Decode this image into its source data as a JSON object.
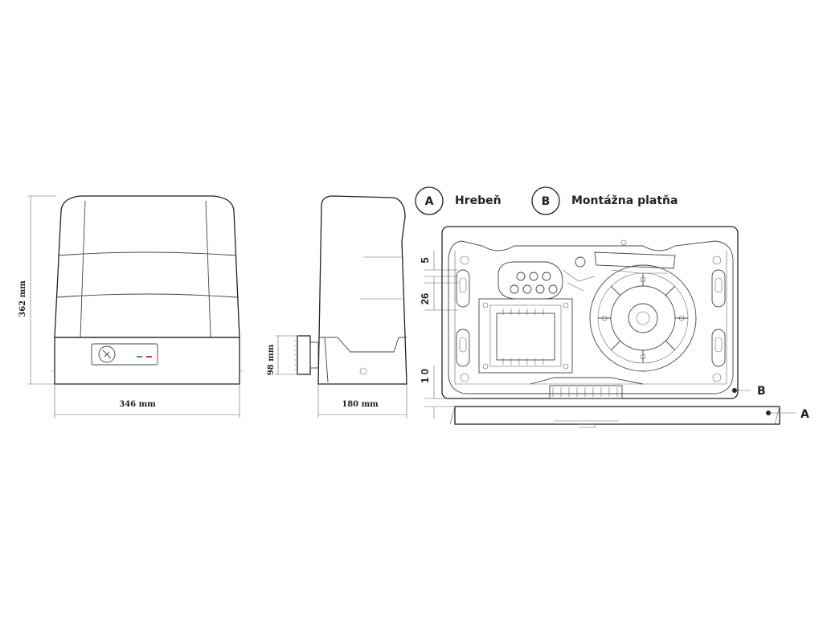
{
  "dimensions": {
    "width": "346 mm",
    "height": "362 mm",
    "depth": "180 mm",
    "rack_height": "98 mm",
    "offset_5": "5",
    "offset_26": "26",
    "offset_10": "1 0"
  },
  "legend": {
    "a_letter": "A",
    "a_label": "Hrebeň",
    "b_letter": "B",
    "b_label": "Montážna platňa"
  },
  "callouts": {
    "a": "A",
    "b": "B"
  }
}
